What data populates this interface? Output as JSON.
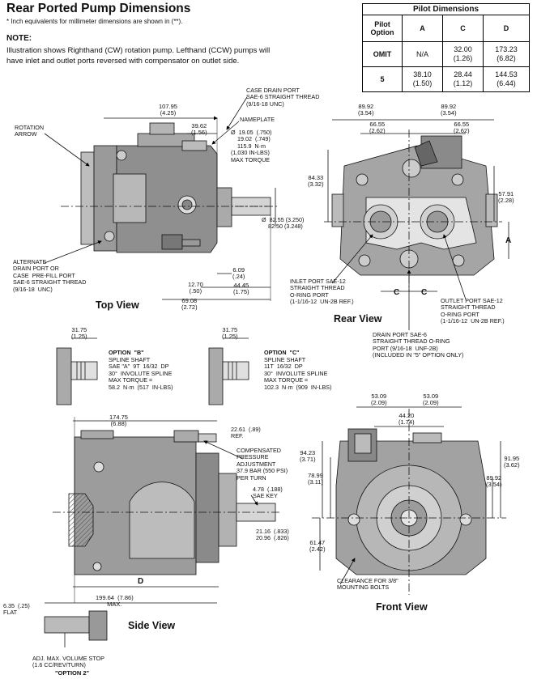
{
  "header": {
    "title": "Rear Ported Pump Dimensions",
    "subnote": "* Inch equivalents for millimeter dimensions are shown in (**).",
    "note_heading": "NOTE:",
    "note_text": "Illustration shows Righthand (CW) rotation pump. Lefthand (CCW) pumps will have inlet and outlet ports reversed with compensator on outlet side."
  },
  "pilot_table": {
    "title": "Pilot Dimensions",
    "columns": [
      "Pilot Option",
      "A",
      "C",
      "D"
    ],
    "rows": [
      {
        "option": "OMIT",
        "a": "N/A",
        "c": "32.00",
        "c_in": "(1.26)",
        "d": "173.23",
        "d_in": "(6.82)"
      },
      {
        "option": "5",
        "a": "38.10",
        "a_in": "(1.50)",
        "c": "28.44",
        "c_in": "(1.12)",
        "d": "144.53",
        "d_in": "(6.44)"
      }
    ]
  },
  "views": {
    "top": "Top View",
    "rear": "Rear View",
    "side": "Side View",
    "front": "Front View"
  },
  "top_view": {
    "rotation_arrow": "ROTATION\nARROW",
    "dim_107": "107.95\n(4.25)",
    "dim_39": "39.62\n(1.56)",
    "case_drain": "CASE DRAIN PORT\nSAE-6 STRAIGHT THREAD\n(9/16-18 UNC)",
    "nameplate": "NAMEPLATE",
    "shaft_dia": "Ø  19.05  (.750)\n    19.02  (.749)\n    115.9  N·m\n(1,030 IN-LBS)\nMAX TORQUE",
    "pilot_dia": "Ø  82.55 (3.250)\n    82.50 (3.248)",
    "alt_drain": "ALTERNATE\nDRAIN PORT OR\nCASE  PRE-FILL PORT\nSAE-6 STRAIGHT THREAD\n(9/16-18  UNC)",
    "dim_609": "6.09\n(.24)",
    "dim_1270": "12.70\n(.50)",
    "dim_4445": "44.45\n(1.75)",
    "dim_6908": "69.08\n(2.72)"
  },
  "rear_view": {
    "dim_8992_l": "89.92\n(3.54)",
    "dim_8992_r": "89.92\n(3.54)",
    "dim_6655_l": "66.55\n(2.62)",
    "dim_6655_r": "66.55\n(2.62)",
    "dim_8433": "84.33\n(3.32)",
    "dim_5791": "57.91\n(2.28)",
    "a_label": "A",
    "c_label_l": "C",
    "c_label_r": "C",
    "inlet": "INLET PORT SAE-12\nSTRAIGHT THREAD\nO-RING PORT\n(1-1/16-12  UN-2B REF.)",
    "outlet": "OUTLET PORT SAE-12\nSTRAIGHT THREAD\nO-RING PORT\n(1-1/16-12  UN-2B REF.)",
    "drain": "DRAIN PORT SAE-6\nSTRAIGHT THREAD O-RING\nPORT (9/16-18  UNF-2B)\n(INCLUDED IN \"5\" OPTION ONLY)"
  },
  "options": {
    "b_dim": "31.75\n(1.25)",
    "b_title": "OPTION  \"B\"",
    "b_text": "SPLINE SHAFT\nSAE \"A\"  9T  16/32  DP\n30°  INVOLUTE SPLINE\nMAX TORQUE =\n58.2  N·m  (517  IN-LBS)",
    "c_dim": "31.75\n(1.25)",
    "c_title": "OPTION  \"C\"",
    "c_text": "SPLINE SHAFT\n11T  16/32  DP\n30°  INVOLUTE SPLINE\nMAX TORQUE =\n102.3  N·m  (909  IN-LBS)"
  },
  "side_view": {
    "dim_17475": "174.75\n(6.88)",
    "dim_2261": "22.61  (.89)\nREF.",
    "compensated": "COMPENSATED\nPRESSURE\nADJUSTMENT\n37.9 BAR (550 PSI)\nPER TURN",
    "key": "4.78  (.188)\nSAE KEY",
    "dim_2116": "21.16  (.833)\n20.96  (.826)",
    "d_label": "D",
    "dim_19964": "199.64  (7.86)\nMAX.",
    "dim_635": "6.35  (.25)\nFLAT",
    "adj_stop": "ADJ. MAX. VOLUME STOP\n(1.6 CC/REV/TURN)",
    "option2": "\"OPTION 2\""
  },
  "front_view": {
    "dim_5309_l": "53.09\n(2.09)",
    "dim_5309_r": "53.09\n(2.09)",
    "dim_4420": "44.20\n(1.74)",
    "dim_9423": "94.23\n(3.71)",
    "dim_7899": "78.99\n(3.11)",
    "dim_9195": "91.95\n(3.62)",
    "dim_8992": "89.92\n(3.54)",
    "dim_6147": "61.47\n(2.42)",
    "clearance": "CLEARANCE FOR 3/8\"\nMOUNTING BOLTS"
  }
}
